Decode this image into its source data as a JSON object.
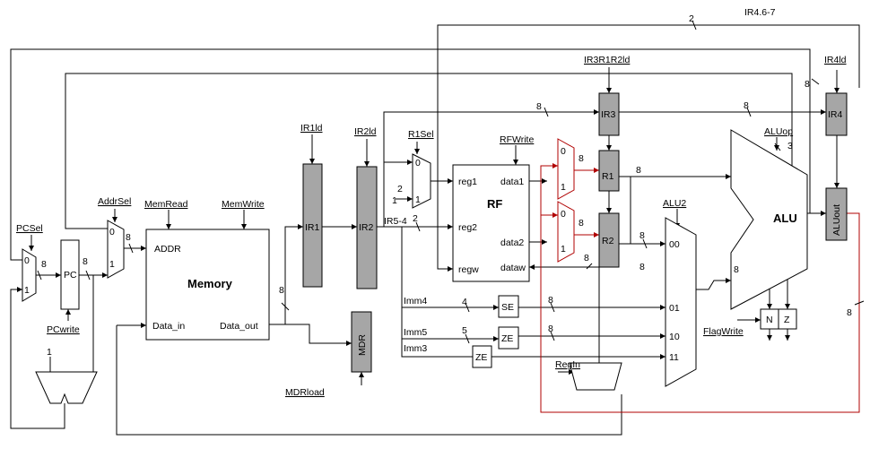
{
  "blocks": {
    "pc": "PC",
    "memory": "Memory",
    "addr": "ADDR",
    "data_in": "Data_in",
    "data_out": "Data_out",
    "ir1": "IR1",
    "ir2": "IR2",
    "ir3": "IR3",
    "ir4": "IR4",
    "mdr": "MDR",
    "rf": "RF",
    "reg1": "reg1",
    "reg2": "reg2",
    "regw": "regw",
    "data1": "data1",
    "data2": "data2",
    "dataw": "dataw",
    "r1": "R1",
    "r2": "R2",
    "alu": "ALU",
    "aluout": "ALUout",
    "se": "SE",
    "ze1": "ZE",
    "ze2": "ZE",
    "flag_n": "N",
    "flag_z": "Z"
  },
  "controls": {
    "pcsel": "PCSel",
    "pcwrite": "PCwrite",
    "addrsel": "AddrSel",
    "memread": "MemRead",
    "memwrite": "MemWrite",
    "ir1ld": "IR1ld",
    "ir2ld": "IR2ld",
    "r1sel": "R1Sel",
    "rfwrite": "RFWrite",
    "ir3r1r2ld": "IR3R1R2ld",
    "ir4ld": "IR4ld",
    "aluop": "ALUop",
    "alu2": "ALU2",
    "flagwrite": "FlagWrite",
    "regin": "RegIn",
    "mdrload": "MDRload"
  },
  "labels": {
    "ir46_7": "IR4.6-7",
    "ir5_4": "IR5-4",
    "imm4": "Imm4",
    "imm5": "Imm5",
    "imm3": "Imm3",
    "alu2_00": "00",
    "alu2_01": "01",
    "alu2_10": "10",
    "alu2_11": "11",
    "mux_0": "0",
    "mux_1": "1",
    "const_1": "1",
    "const_2": "2"
  },
  "bus_widths": {
    "b8": "8",
    "b2": "2",
    "b3": "3",
    "b4": "4",
    "b5": "5"
  },
  "colors": {
    "register_fill": "#a6a6a6",
    "wire": "#000000",
    "highlight_wire": "#b00000"
  }
}
